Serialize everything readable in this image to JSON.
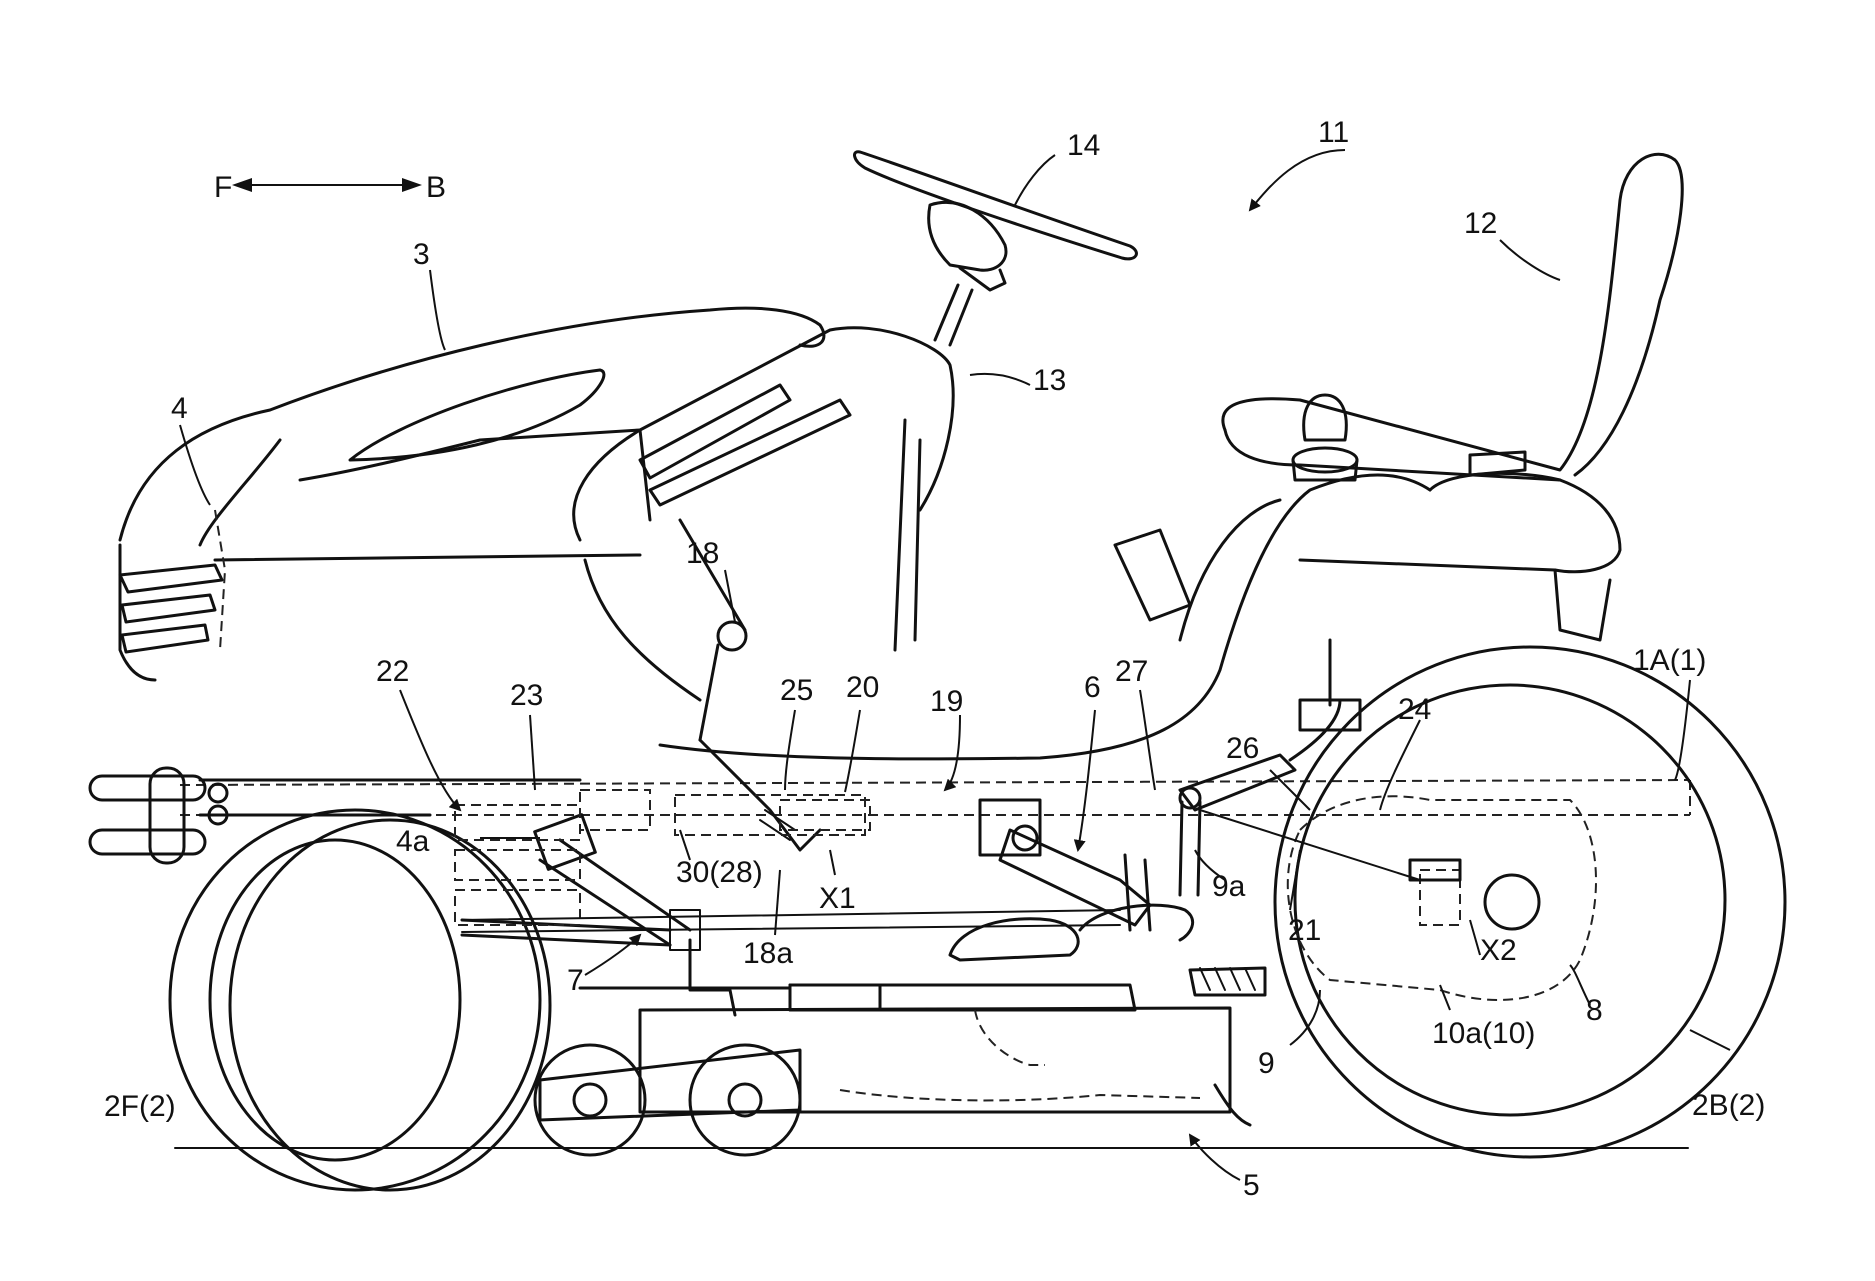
{
  "direction": {
    "front": "F",
    "back": "B"
  },
  "labels": {
    "l11": "11",
    "l14": "14",
    "l12": "12",
    "l3": "3",
    "l13": "13",
    "l4": "4",
    "l18": "18",
    "l22": "22",
    "l23": "23",
    "l25": "25",
    "l20": "20",
    "l19": "19",
    "l6": "6",
    "l27": "27",
    "l1A": "1A(1)",
    "l24": "24",
    "l26": "26",
    "l4a": "4a",
    "l30": "30(28)",
    "lX1": "X1",
    "l9a": "9a",
    "l18a": "18a",
    "l21": "21",
    "lX2": "X2",
    "l7": "7",
    "l8": "8",
    "l10a": "10a(10)",
    "l9": "9",
    "l2F": "2F(2)",
    "l2B": "2B(2)",
    "l5": "5"
  }
}
